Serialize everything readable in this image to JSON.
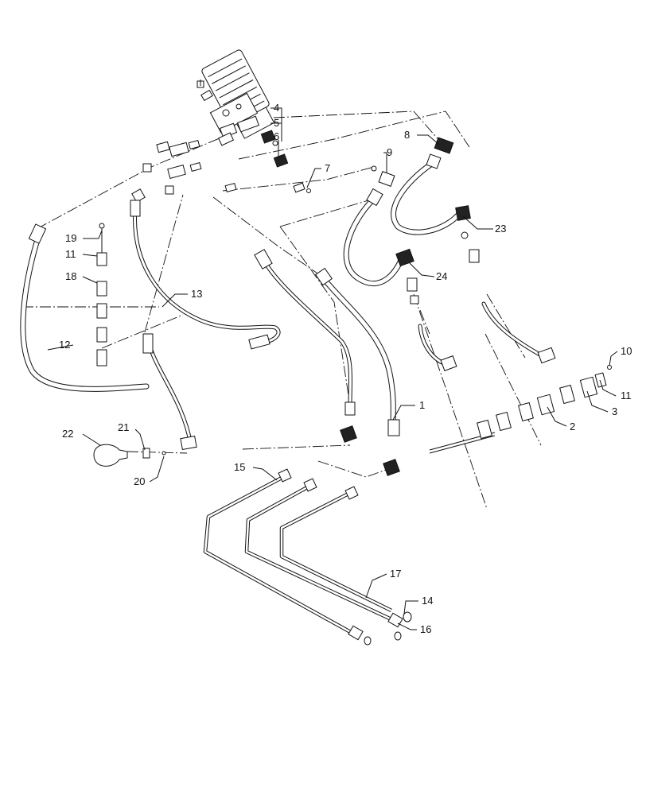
{
  "callouts": [
    {
      "id": "c1",
      "label": "1"
    },
    {
      "id": "c2",
      "label": "2"
    },
    {
      "id": "c3",
      "label": "3"
    },
    {
      "id": "c4",
      "label": "4"
    },
    {
      "id": "c5",
      "label": "5"
    },
    {
      "id": "c6",
      "label": "6"
    },
    {
      "id": "c7",
      "label": "7"
    },
    {
      "id": "c8",
      "label": "8"
    },
    {
      "id": "c9",
      "label": "9"
    },
    {
      "id": "c10",
      "label": "10"
    },
    {
      "id": "c11a",
      "label": "11"
    },
    {
      "id": "c11b",
      "label": "11"
    },
    {
      "id": "c12",
      "label": "12"
    },
    {
      "id": "c13",
      "label": "13"
    },
    {
      "id": "c14",
      "label": "14"
    },
    {
      "id": "c15",
      "label": "15"
    },
    {
      "id": "c16",
      "label": "16"
    },
    {
      "id": "c17",
      "label": "17"
    },
    {
      "id": "c18",
      "label": "18"
    },
    {
      "id": "c19",
      "label": "19"
    },
    {
      "id": "c20",
      "label": "20"
    },
    {
      "id": "c21",
      "label": "21"
    },
    {
      "id": "c22",
      "label": "22"
    },
    {
      "id": "c23",
      "label": "23"
    },
    {
      "id": "c24",
      "label": "24"
    }
  ]
}
